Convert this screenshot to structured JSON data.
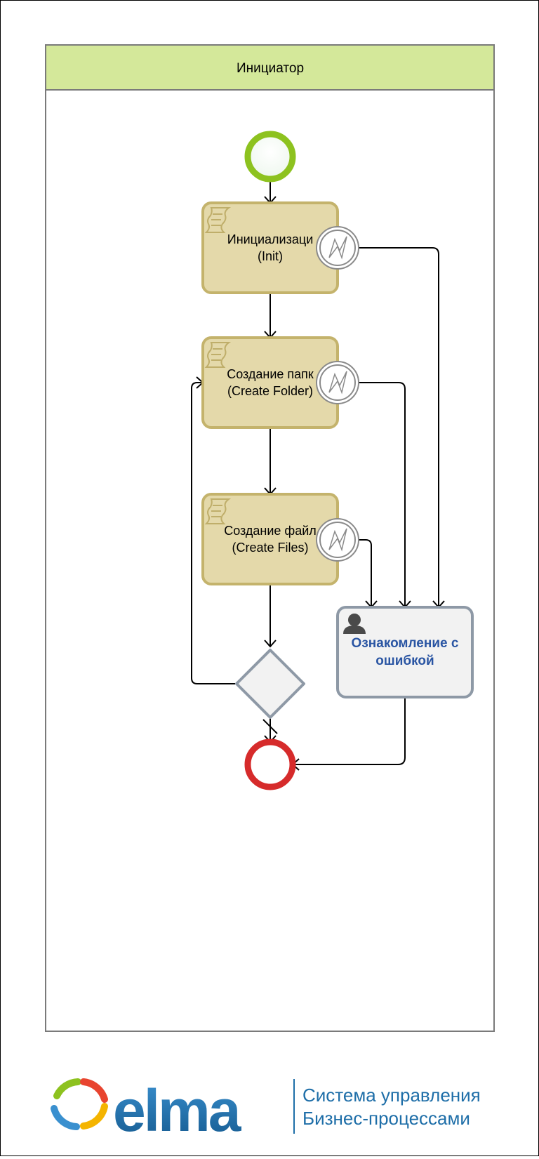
{
  "pool": {
    "lane_title": "Инициатор",
    "lane_header_color": "#d4e89a"
  },
  "tasks": {
    "init": {
      "line1": "Инициализаци",
      "line2": "(Init)"
    },
    "create_folder": {
      "line1": "Создание папк",
      "line2": "(Create Folder)"
    },
    "create_files": {
      "line1": "Создание файл",
      "line2": "(Create Files)"
    }
  },
  "user_task": {
    "line1": "Ознакомление с",
    "line2": "ошибкой"
  },
  "branding": {
    "logo_text": "elma",
    "tagline_line1": "Система управления",
    "tagline_line2": "Бизнес-процессами"
  },
  "colors": {
    "start_event": "#8dc21f",
    "end_event": "#d62b2b",
    "script_task_fill": "#e4d9aa",
    "script_task_border": "#c4b36c",
    "user_task_title": "#2a55a3",
    "brand_blue": "#1e6ea8"
  },
  "icons": {
    "script_task": "script-icon",
    "error_boundary": "lightning-icon",
    "user_task": "user-icon"
  }
}
